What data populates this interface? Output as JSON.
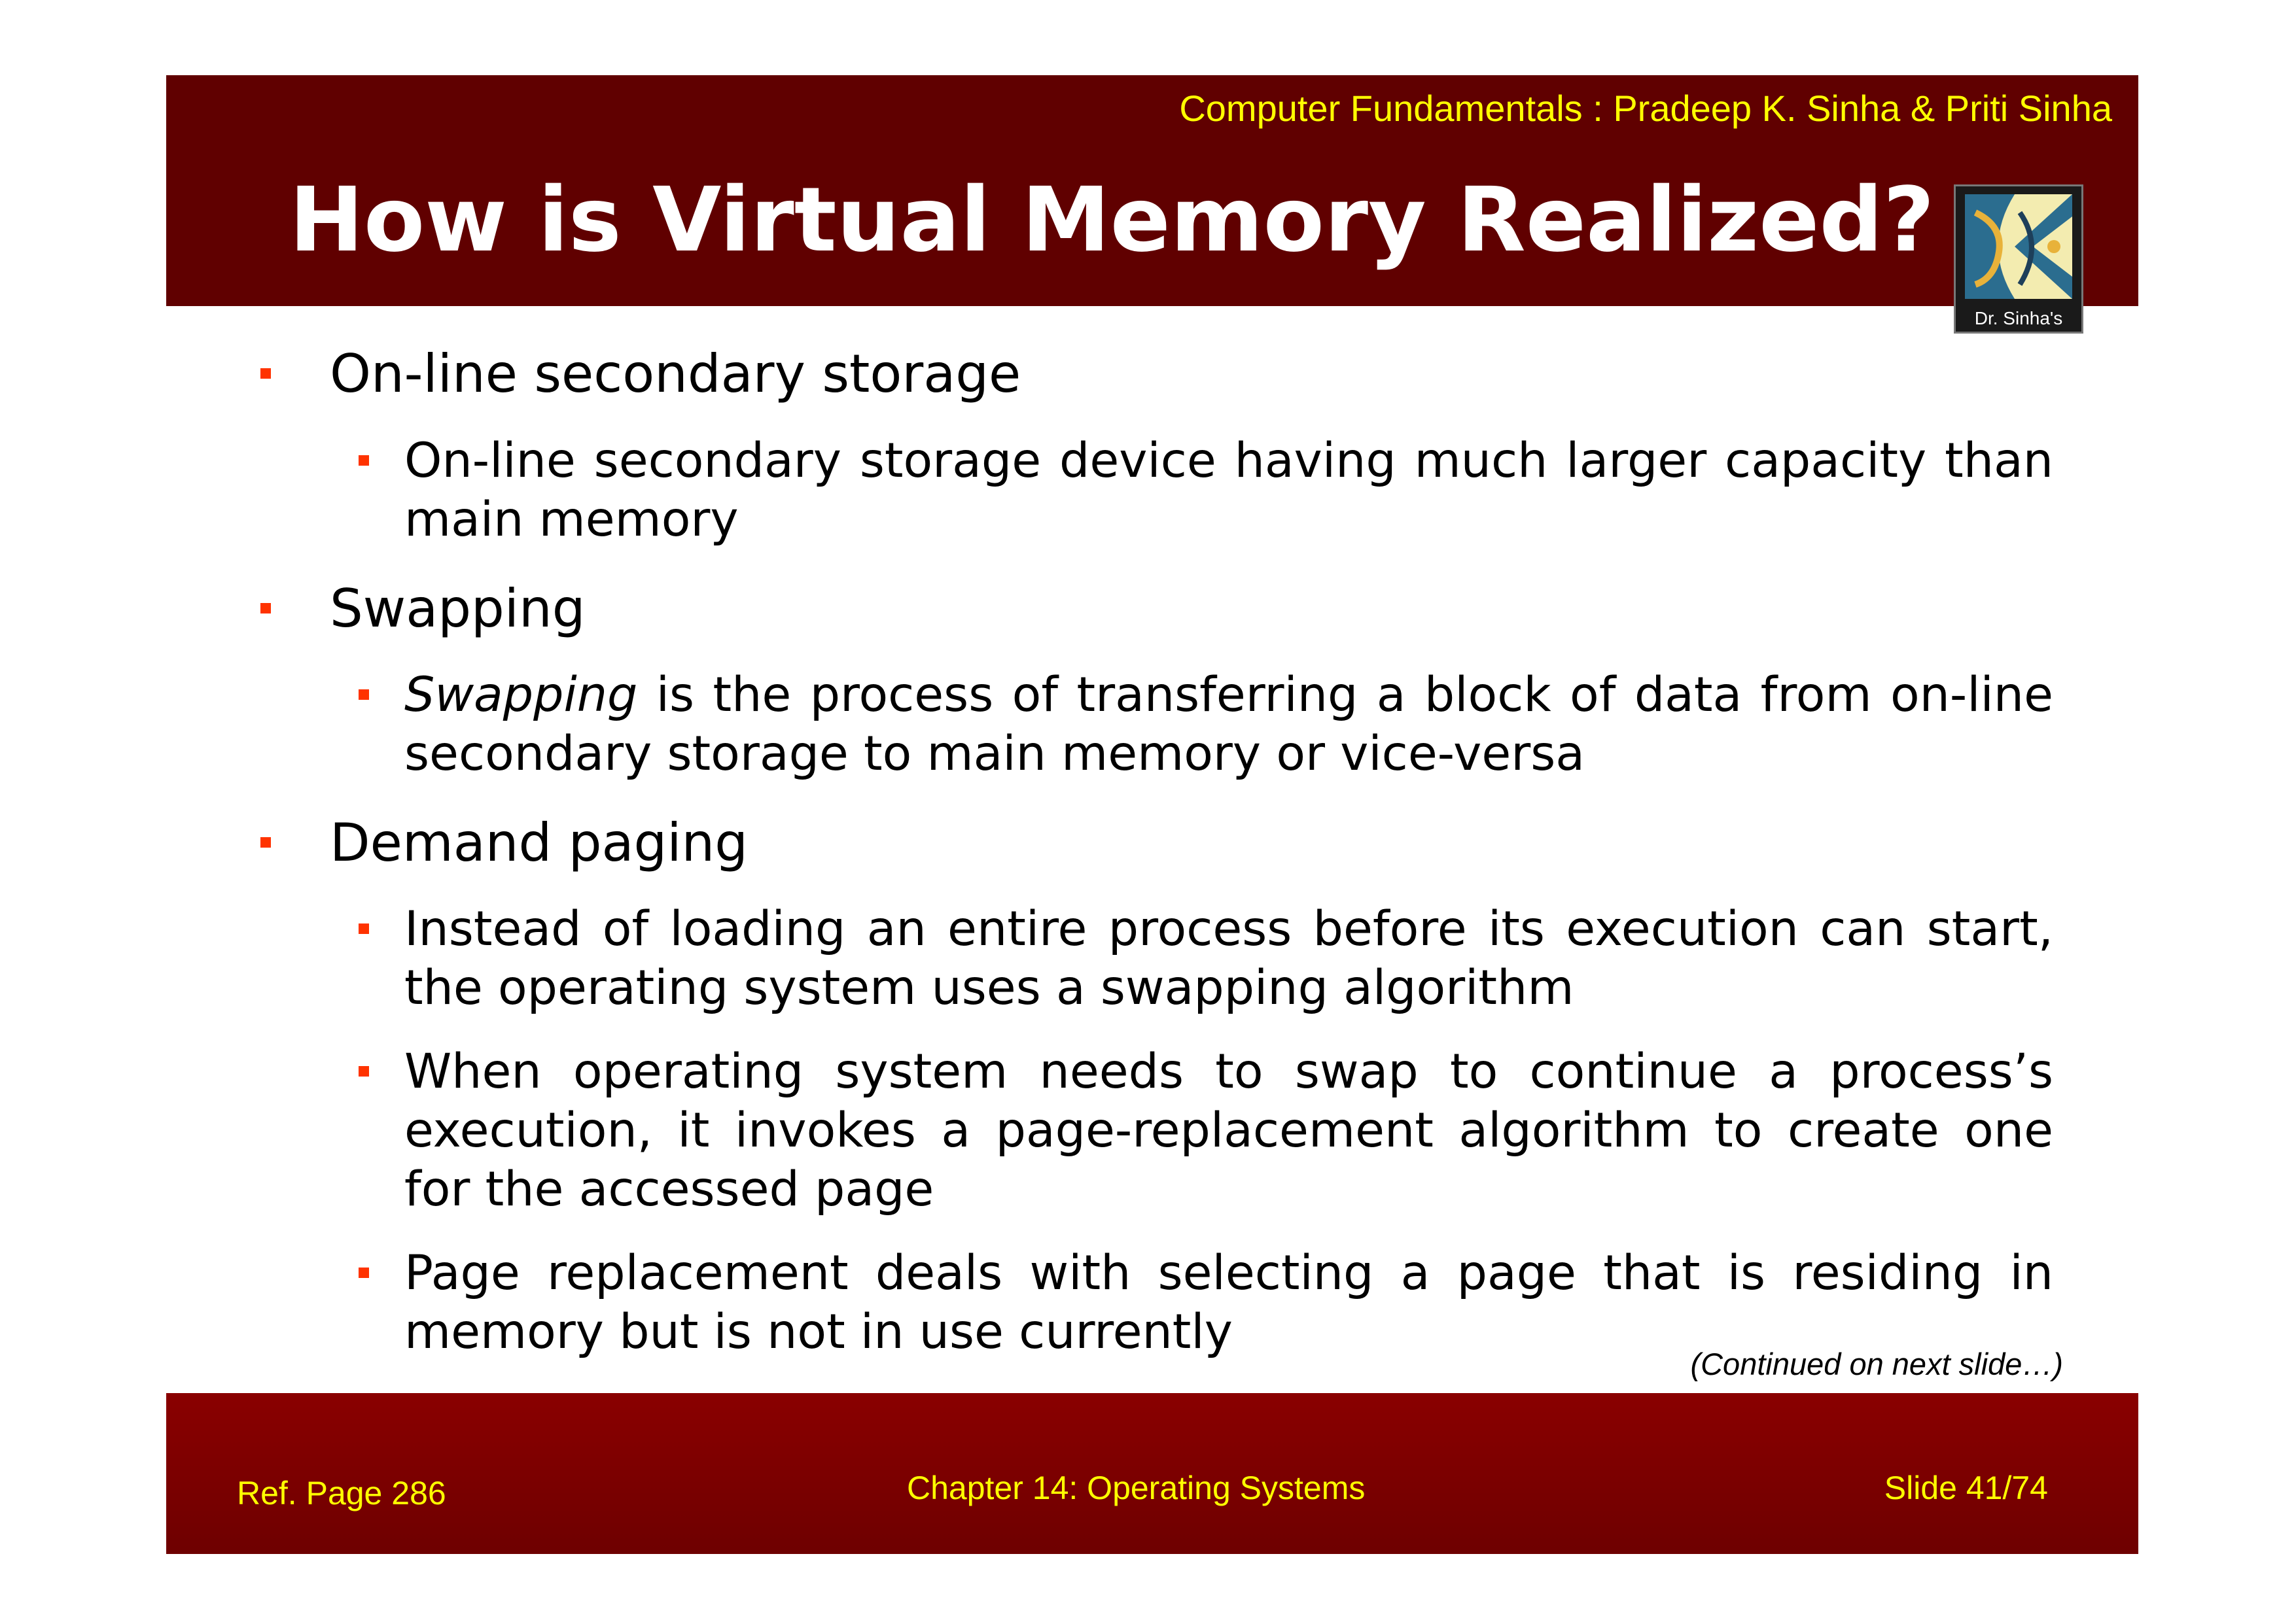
{
  "header": {
    "book_credit": "Computer Fundamentals : Pradeep K. Sinha & Priti Sinha",
    "title": "How is Virtual Memory Realized?",
    "logo_caption": "Dr. Sinha's"
  },
  "bullets": [
    {
      "heading": "On-line secondary storage",
      "items": [
        {
          "text": "On-line secondary storage device having much larger capacity than main memory"
        }
      ]
    },
    {
      "heading": "Swapping",
      "items": [
        {
          "emphasis": "Swapping",
          "text": " is the process of transferring a block of data from on-line secondary storage to main memory or vice-versa"
        }
      ]
    },
    {
      "heading": "Demand paging",
      "items": [
        {
          "text": "Instead of loading an entire process before its execution can start, the operating system uses a swapping algorithm"
        },
        {
          "text": "When operating system needs to swap to continue a process’s execution, it invokes a page-replacement algorithm to create one for the accessed page"
        },
        {
          "text": "Page replacement deals with selecting a page that is residing in memory but is not in use currently"
        }
      ]
    }
  ],
  "continued_note": "(Continued on next slide…)",
  "footer": {
    "ref_page": "Ref. Page  286",
    "chapter": "Chapter 14: Operating Systems",
    "slide": "Slide 41/74"
  },
  "colors": {
    "header_bg": "#600000",
    "footer_bg": "#8a0000",
    "accent_text": "#ffff00",
    "bullet": "#ff3300"
  }
}
